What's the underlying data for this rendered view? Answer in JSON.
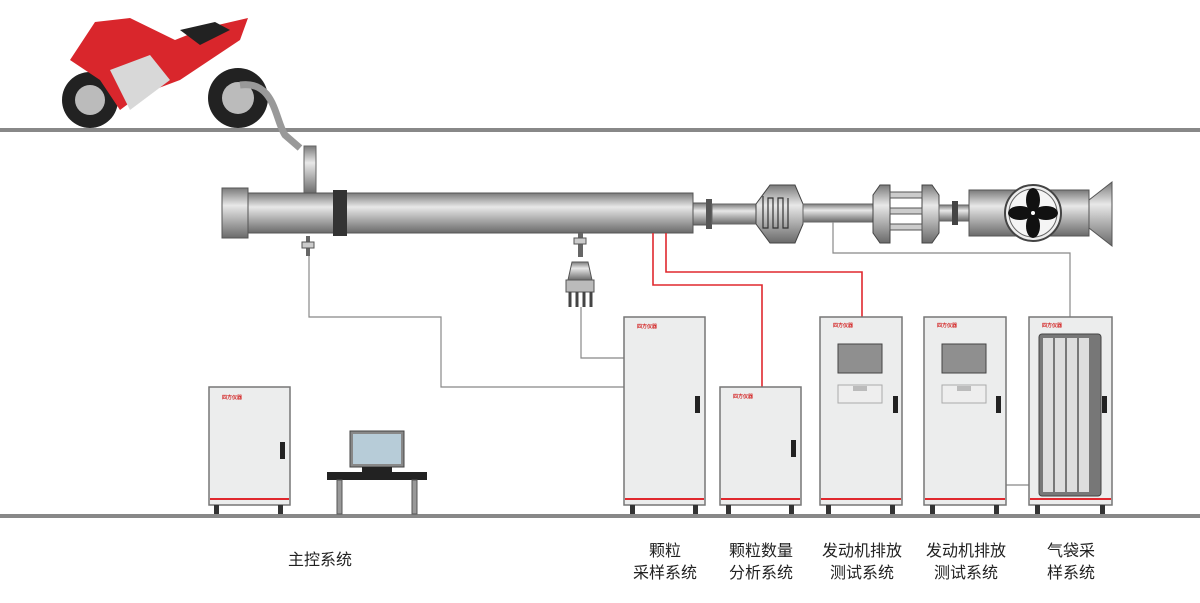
{
  "logo_text": "四方仪器",
  "labels": {
    "main_control": [
      "主控系统"
    ],
    "pm_sampling": [
      "颗粒",
      "采样系统"
    ],
    "pn_analysis": [
      "颗粒数量",
      "分析系统"
    ],
    "emission_1": [
      "发动机排放",
      "测试系统"
    ],
    "emission_2": [
      "发动机排放",
      "测试系统"
    ],
    "bag_sampling": [
      "气袋采",
      "样系统"
    ]
  },
  "colors": {
    "signal_line": "#e0282e",
    "gas_line": "#888888",
    "cabinet": "#eceded",
    "motorcycle": "#d9262c"
  }
}
